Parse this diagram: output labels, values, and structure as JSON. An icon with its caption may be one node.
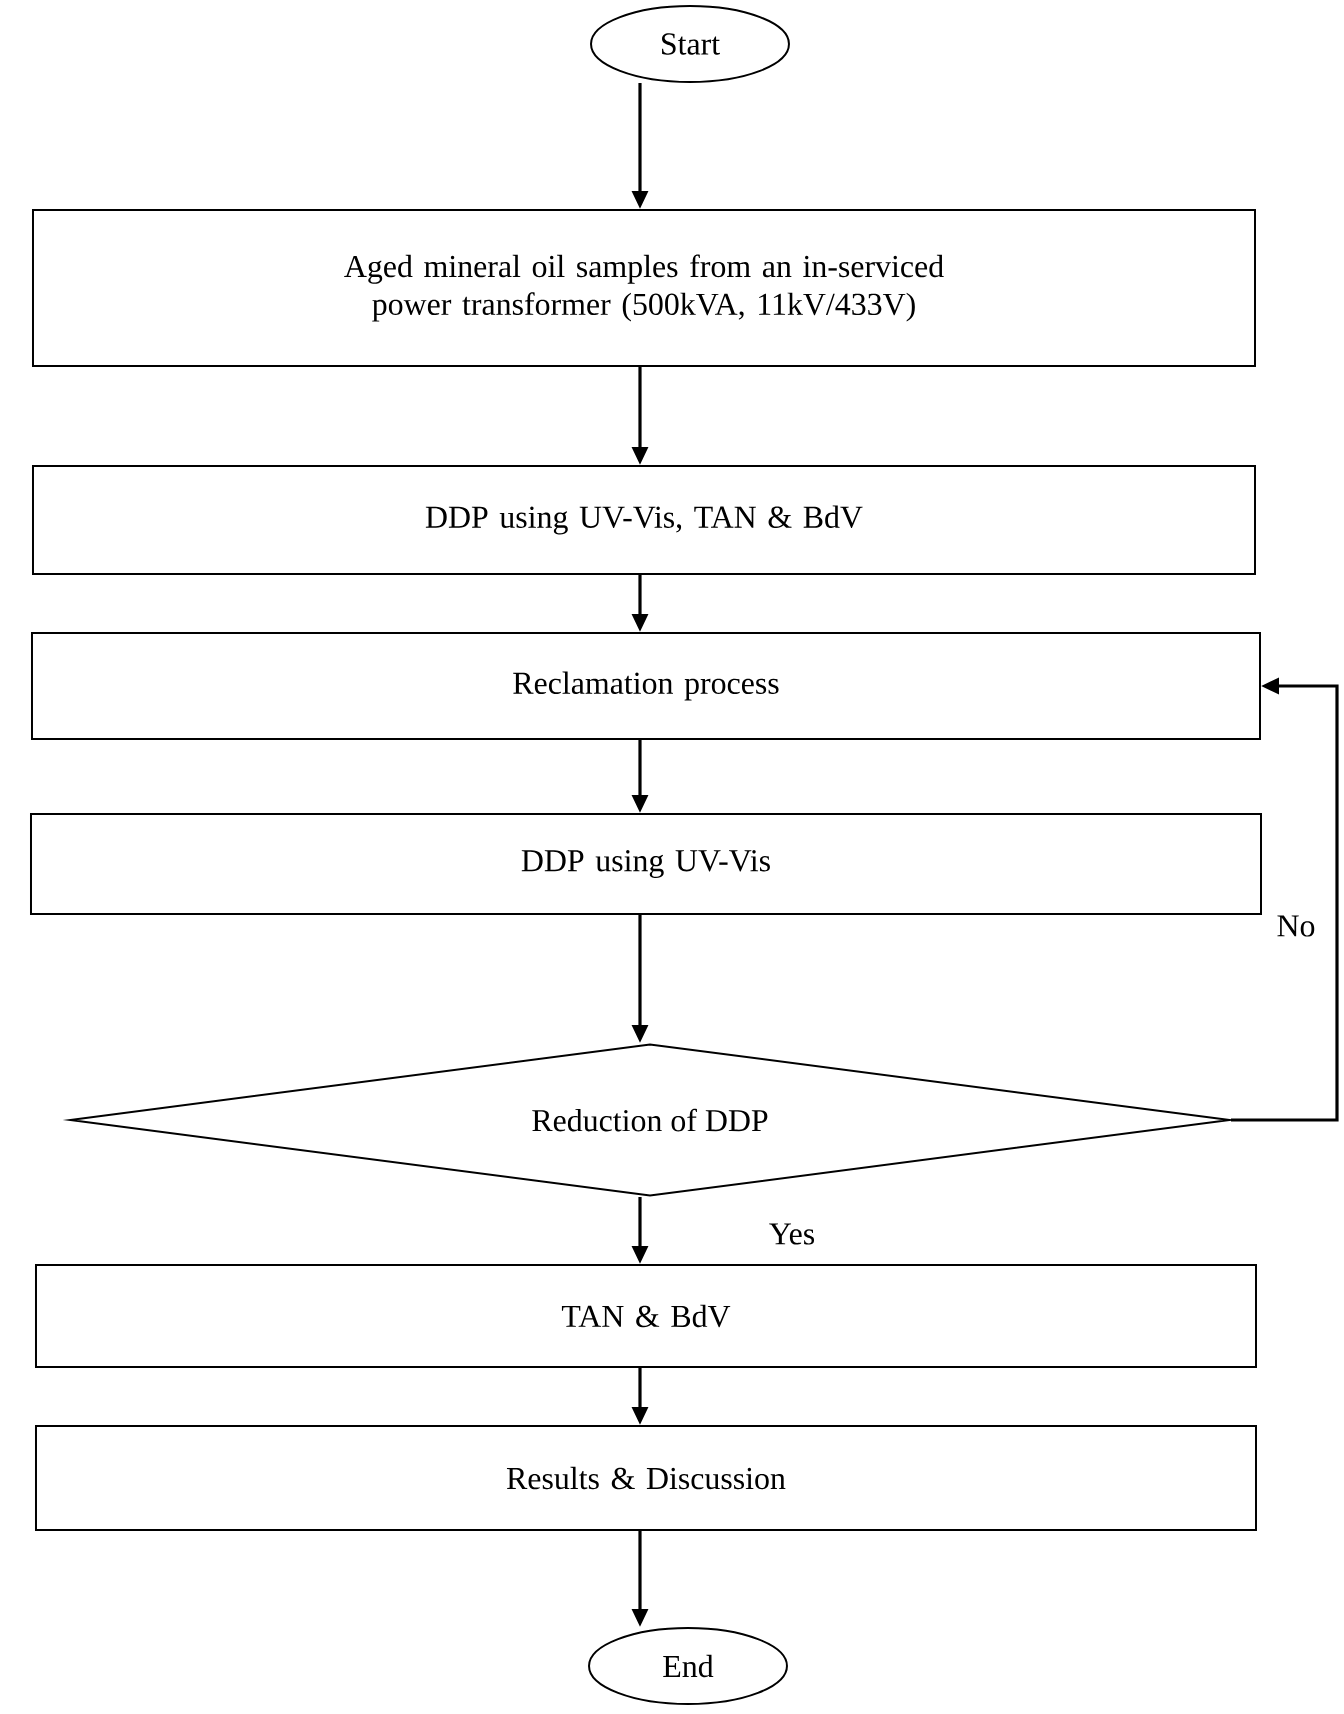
{
  "diagram": {
    "nodes": [
      {
        "text": [
          "Start"
        ]
      },
      {
        "text": [
          "Aged mineral oil samples from an in-serviced power transformer (500kVA, 11kV/433V)"
        ]
      },
      {
        "text": [
          "DDP using UV-Vis, TAN & BdV"
        ]
      },
      {
        "text": [
          "Reclamation process"
        ]
      },
      {
        "text": [
          "DDP using UV-Vis"
        ]
      },
      {
        "text": [
          "Reduction of DDP"
        ]
      },
      {
        "text": [
          "TAN & BdV"
        ]
      },
      {
        "text": [
          "Results & Discussion"
        ]
      },
      {
        "text": [
          "End"
        ]
      }
    ],
    "edges": [
      {
        "from": 0,
        "to": 1,
        "arrow": "to"
      },
      {
        "from": 1,
        "to": 2,
        "arrow": "to"
      },
      {
        "from": 2,
        "to": 3,
        "arrow": "to"
      },
      {
        "from": 3,
        "to": 4,
        "arrow": "to"
      },
      {
        "from": 4,
        "to": 5,
        "arrow": "to"
      },
      {
        "from": 5,
        "to": 6,
        "arrow": "to",
        "label": "Yes"
      },
      {
        "from": 6,
        "to": 7,
        "arrow": "to"
      },
      {
        "from": 7,
        "to": 8,
        "arrow": "to"
      },
      {
        "from": 5,
        "to": 3,
        "arrow": "to",
        "label": "No"
      }
    ]
  }
}
